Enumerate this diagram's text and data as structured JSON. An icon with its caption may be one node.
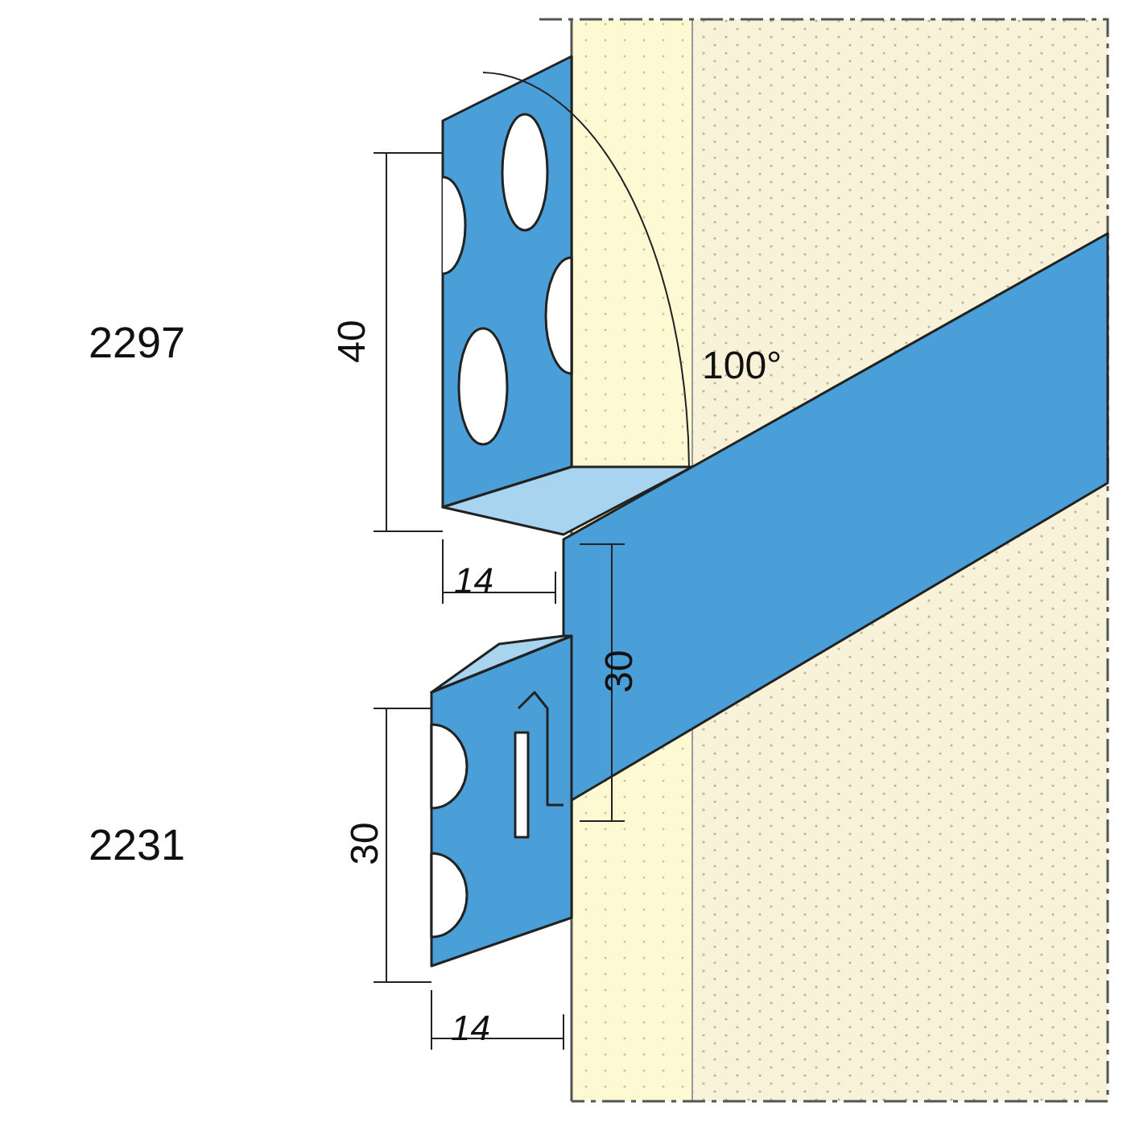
{
  "diagram": {
    "labels": [
      "2297",
      "40",
      "100°",
      "14",
      "30",
      "2231",
      "30",
      "14"
    ]
  }
}
